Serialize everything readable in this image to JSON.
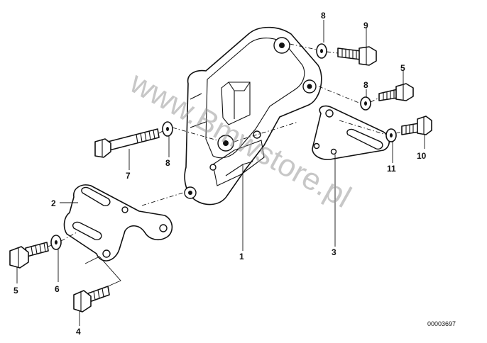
{
  "watermark": "www.Bmwstore.pl",
  "diagram_ref": "00003697",
  "callouts": [
    "1",
    "2",
    "3",
    "4",
    "5",
    "5",
    "6",
    "7",
    "8",
    "8",
    "8",
    "9",
    "10",
    "11"
  ]
}
